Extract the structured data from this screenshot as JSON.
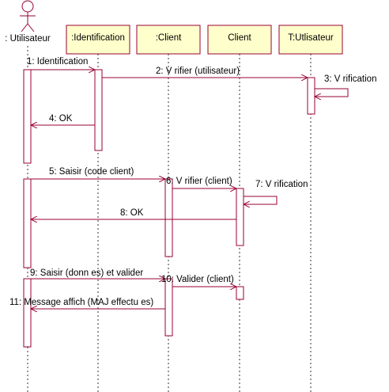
{
  "actor": {
    "label": ": Utilisateur"
  },
  "objects": [
    {
      "id": "ident",
      "label": ":Identification"
    },
    {
      "id": "client1",
      "label": ":Client"
    },
    {
      "id": "client2",
      "label": "Client"
    },
    {
      "id": "tutil",
      "label": "T:Utlisateur"
    }
  ],
  "messages": [
    {
      "id": "m1",
      "label": "1: Identification"
    },
    {
      "id": "m2",
      "label": "2: V  rifier (utilisateur)"
    },
    {
      "id": "m3",
      "label": "3: V  rification"
    },
    {
      "id": "m4",
      "label": "4: OK"
    },
    {
      "id": "m5",
      "label": "5: Saisir (code client)"
    },
    {
      "id": "m6",
      "label": "6: V  rifier (client)"
    },
    {
      "id": "m7",
      "label": "7: V  rification"
    },
    {
      "id": "m8",
      "label": "8: OK"
    },
    {
      "id": "m9",
      "label": "9: Saisir (donn  es) et valider"
    },
    {
      "id": "m10",
      "label": "10: Valider (client)"
    },
    {
      "id": "m11",
      "label": "11: Message affich   (MAJ effectu  es)"
    }
  ],
  "colors": {
    "border": "#990033",
    "object_fill": "#ffffcc",
    "lifeline": "#333333"
  }
}
